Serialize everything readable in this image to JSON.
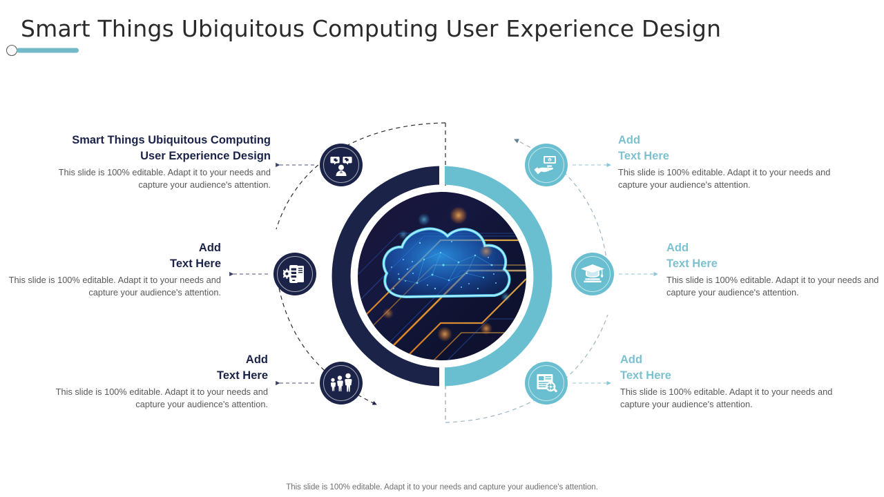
{
  "header": {
    "title": "Smart Things Ubiquitous Computing User Experience Design",
    "accent_color": "#74b9c8",
    "title_color": "#2a2a2a"
  },
  "theme": {
    "navy": "#1b2349",
    "teal": "#69bfd0",
    "teal_text": "#7cc1cf",
    "body_text": "#58585b",
    "background": "#ffffff"
  },
  "center": {
    "name": "cloud-computing-image",
    "ring_left_color": "#1b2349",
    "ring_right_color": "#69bfd0"
  },
  "blocks": [
    {
      "id": "top-left",
      "side": "left",
      "heading": "Smart Things Ubiquitous Computing\nUser Experience Design",
      "heading_color": "navy",
      "body": "This slide is 100% editable. Adapt it to your needs and capture your audience's attention.",
      "icon": "feedback-person-icon"
    },
    {
      "id": "mid-left",
      "side": "left",
      "heading": "Add\nText Here",
      "heading_color": "navy",
      "body": "This slide is 100% editable. Adapt it to your needs and capture your audience's attention.",
      "icon": "device-settings-icon"
    },
    {
      "id": "bottom-left",
      "side": "left",
      "heading": "Add\nText Here",
      "heading_color": "navy",
      "body": "This slide is 100% editable. Adapt it to your needs and capture your audience's attention.",
      "icon": "people-group-icon"
    },
    {
      "id": "top-right",
      "side": "right",
      "heading": "Add\nText Here",
      "heading_color": "teal",
      "body": "This slide is 100% editable. Adapt it to your needs and capture your audience's attention.",
      "icon": "hand-money-icon"
    },
    {
      "id": "mid-right",
      "side": "right",
      "heading": "Add\nText Here",
      "heading_color": "teal",
      "body": "This slide is 100% editable. Adapt it to your needs and capture your audience's attention.",
      "icon": "graduation-books-icon"
    },
    {
      "id": "bottom-right",
      "side": "right",
      "heading": "Add\nText Here",
      "heading_color": "teal",
      "body": "This slide is 100% editable. Adapt it to your needs and capture your audience's attention.",
      "icon": "document-search-icon"
    }
  ],
  "footer": {
    "note": "This slide is 100% editable. Adapt it to your needs and capture your audience's attention."
  }
}
